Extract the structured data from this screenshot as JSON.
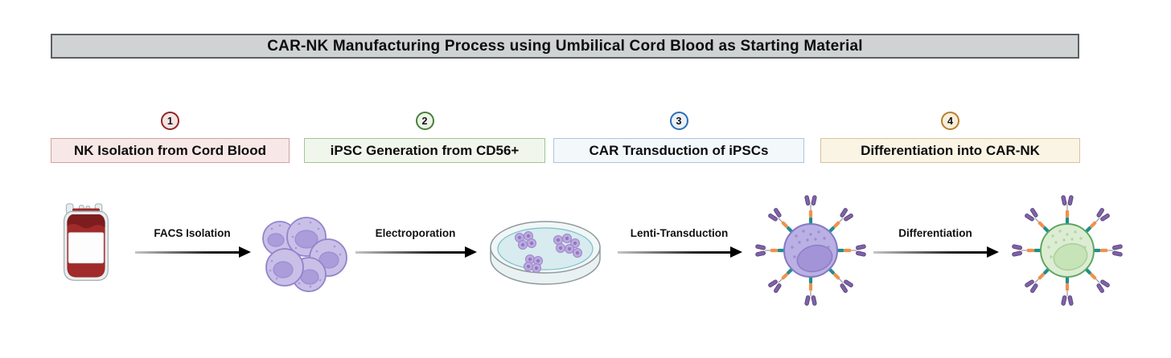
{
  "title": "CAR-NK Manufacturing Process using Umbilical Cord Blood as Starting Material",
  "steps": [
    {
      "number": "1",
      "label": "NK Isolation from Cord Blood",
      "ring_color": "#8f2626",
      "circle_fill": "#f6e3e3",
      "box_fill": "#f8e7e7",
      "box_border": "#d49f9f"
    },
    {
      "number": "2",
      "label": "iPSC Generation from CD56+",
      "ring_color": "#4a7f3c",
      "circle_fill": "#edf4e6",
      "box_fill": "#f1f6ec",
      "box_border": "#a2c492"
    },
    {
      "number": "3",
      "label": "CAR Transduction of iPSCs",
      "ring_color": "#2e6cb5",
      "circle_fill": "#e9f1fb",
      "box_fill": "#f3f8fb",
      "box_border": "#afc4df"
    },
    {
      "number": "4",
      "label": "Differentiation into CAR-NK",
      "ring_color": "#b97e2e",
      "circle_fill": "#f8eedb",
      "box_fill": "#faf4e5",
      "box_border": "#d8c29b"
    }
  ],
  "arrows": [
    {
      "label": "FACS Isolation"
    },
    {
      "label": "Electroporation"
    },
    {
      "label": "Lenti-Transduction"
    },
    {
      "label": "Differentiation"
    }
  ],
  "illustrations": [
    {
      "name": "cord-blood-bag-icon"
    },
    {
      "name": "nk-cell-cluster-icon"
    },
    {
      "name": "ipsc-colony-dish-icon"
    },
    {
      "name": "car-ipsc-cell-icon"
    },
    {
      "name": "car-nk-cell-icon"
    }
  ],
  "colors": {
    "title_bar_fill": "#cfd3d4",
    "title_bar_border": "#5c5f61",
    "arrow_color": "#000000",
    "blood_red": "#a12a2a",
    "blood_red_dark": "#7d1d1d",
    "nk_cell_fill": "#c9c0e8",
    "nk_cell_border": "#9284ca",
    "nk_nucleus": "#ab9cda",
    "dish_liquid": "#d8ebee",
    "colony_fill": "#bcaade",
    "car_cell_fill": "#bab0e3",
    "car_cell_border": "#8677c2",
    "car_nucleus": "#a294d6",
    "car_nk_fill": "#dcedd4",
    "car_nk_border": "#61a75f",
    "car_nk_nucleus": "#c7e3b8",
    "receptor_teal": "#1f8e8e",
    "receptor_orange": "#f0914b",
    "receptor_head_purple": "#7e62a8"
  }
}
